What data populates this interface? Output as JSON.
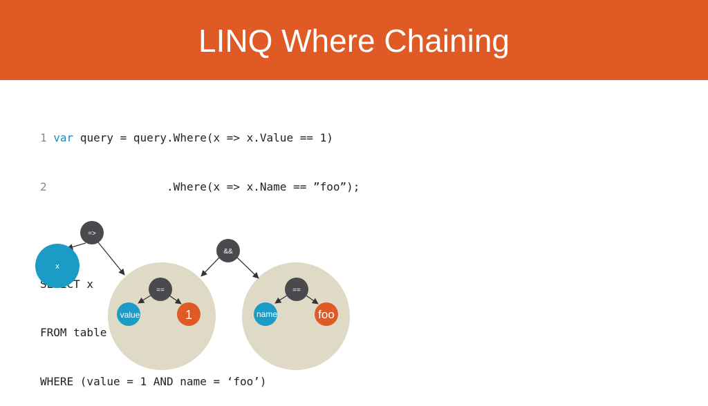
{
  "title": "LINQ Where Chaining",
  "colors": {
    "header": "#E05A26",
    "node_dark": "#4A4A4E",
    "node_blue": "#1A9CC6",
    "node_orange": "#E05A26",
    "scope_circle": "#DEDAC6"
  },
  "code": {
    "line1": {
      "num": "1",
      "keyword": "var",
      "rest": " query = query.Where(x => x.Value == 1)"
    },
    "line2": {
      "num": "2",
      "rest": "                 .Where(x => x.Name == ”foo”);"
    },
    "sql": [
      "SELECT x",
      "FROM table",
      "WHERE (value = 1 AND name = ‘foo’)"
    ]
  },
  "tree": {
    "lambda_label": "=>",
    "param_label": "x",
    "and_label": "&&",
    "eq_left_label": "==",
    "eq_right_label": "==",
    "value_label": "value",
    "one_label": "1",
    "name_label": "name",
    "foo_label": "foo"
  }
}
